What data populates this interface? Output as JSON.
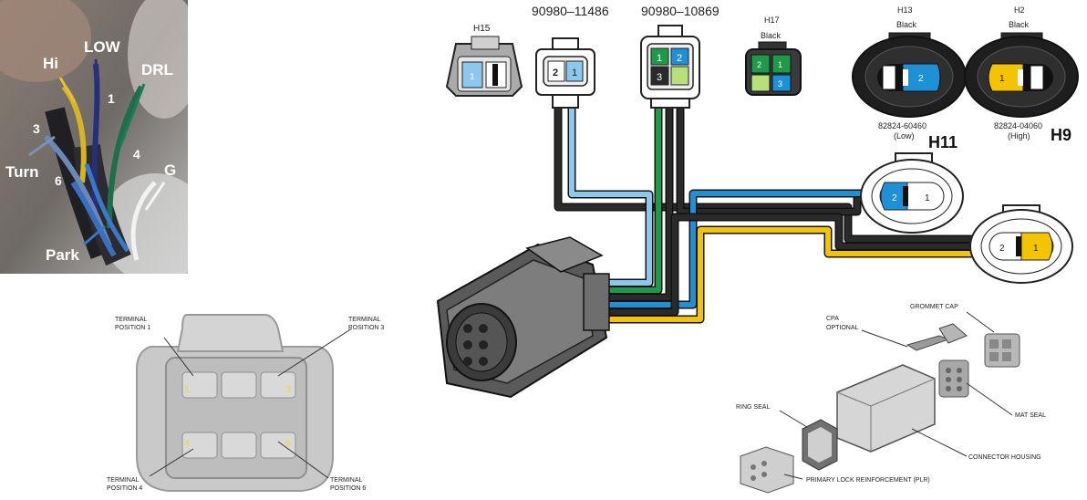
{
  "photo": {
    "labels": {
      "hi": "Hi",
      "low": "LOW",
      "drl": "DRL",
      "pin1": "1",
      "pin3": "3",
      "turn": "Turn",
      "pin6": "6",
      "pin4": "4",
      "g": "G",
      "park": "Park"
    }
  },
  "terminal_diagram": {
    "pos1_line1": "TERMINAL",
    "pos1_line2": "POSITION 1",
    "pos3_line1": "TERMINAL",
    "pos3_line2": "POSITION 3",
    "pos4_line1": "TERMINAL",
    "pos4_line2": "POSITION 4",
    "pos6_line1": "TERMINAL",
    "pos6_line2": "POSITION 6",
    "n1": "1",
    "n3": "3",
    "n4": "4",
    "n6": "6"
  },
  "connectors": {
    "h15": {
      "label": "H15",
      "pin": "1"
    },
    "part_11486": {
      "label": "90980–11486",
      "pin1": "1",
      "pin2": "2"
    },
    "part_10869": {
      "label": "90980–10869",
      "pin1": "1",
      "pin2": "2",
      "pin3": "3"
    },
    "h17": {
      "label": "H17",
      "color": "Black",
      "pin1": "1",
      "pin2": "2",
      "pin3": "3"
    },
    "h13": {
      "label": "H13",
      "color": "Black",
      "pin": "2"
    },
    "h2": {
      "label": "H2",
      "color": "Black",
      "pin": "1"
    },
    "h11": {
      "part": "82824-60460",
      "sub": "(Low)",
      "name": "H11"
    },
    "h9": {
      "part": "82824-04060",
      "sub": "(High)",
      "name": "H9"
    },
    "h11_body": {
      "pin1": "1",
      "pin2": "2"
    },
    "h9_body": {
      "pin1": "1",
      "pin2": "2"
    }
  },
  "wire_colors": {
    "light_blue": "#8cc8ee",
    "blue": "#1e90d6",
    "black": "#2a2a2a",
    "green": "#1f9a4a",
    "yellow": "#f4c400"
  },
  "exploded": {
    "grommet_cap": "GROMMET CAP",
    "cpa1": "CPA",
    "cpa2": "OPTIONAL",
    "mat_seal": "MAT SEAL",
    "ring_seal": "RING SEAL",
    "connector_housing": "CONNECTOR HOUSING",
    "plr": "PRIMARY LOCK REINFORCEMENT (PLR)"
  }
}
